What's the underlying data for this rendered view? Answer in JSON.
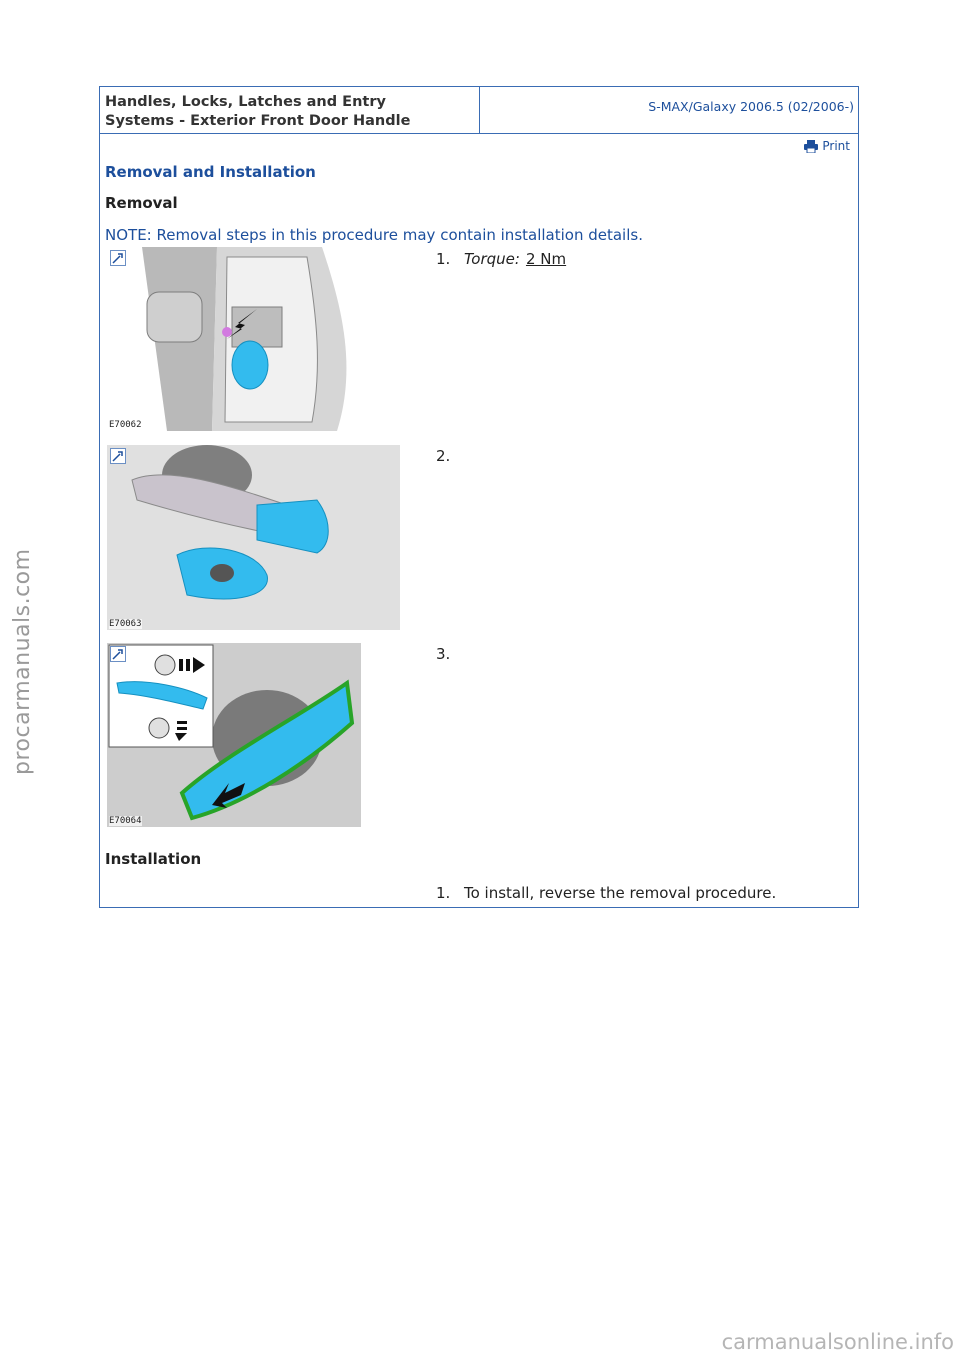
{
  "header": {
    "title_line1": "Handles, Locks, Latches and Entry",
    "title_line2": "Systems - Exterior Front Door Handle",
    "vehicle": "S-MAX/Galaxy 2006.5 (02/2006-)"
  },
  "print_label": "Print",
  "section_title": "Removal and Installation",
  "removal_heading": "Removal",
  "note": "NOTE: Removal steps in this procedure may contain installation details.",
  "figures": [
    {
      "label": "E70062"
    },
    {
      "label": "E70063"
    },
    {
      "label": "E70064"
    }
  ],
  "steps": [
    {
      "num": "1.",
      "torque_label": "Torque:",
      "torque_value": "2 Nm"
    },
    {
      "num": "2."
    },
    {
      "num": "3."
    }
  ],
  "installation_heading": "Installation",
  "install_steps": [
    {
      "num": "1.",
      "text": "To install, reverse the removal procedure."
    }
  ],
  "watermarks": {
    "left": "procarmanuals.com",
    "bottom": "carmanualsonline.info"
  },
  "colors": {
    "border": "#3a6cb4",
    "heading_blue": "#1d4f9c",
    "part_highlight": "#33bbee"
  }
}
